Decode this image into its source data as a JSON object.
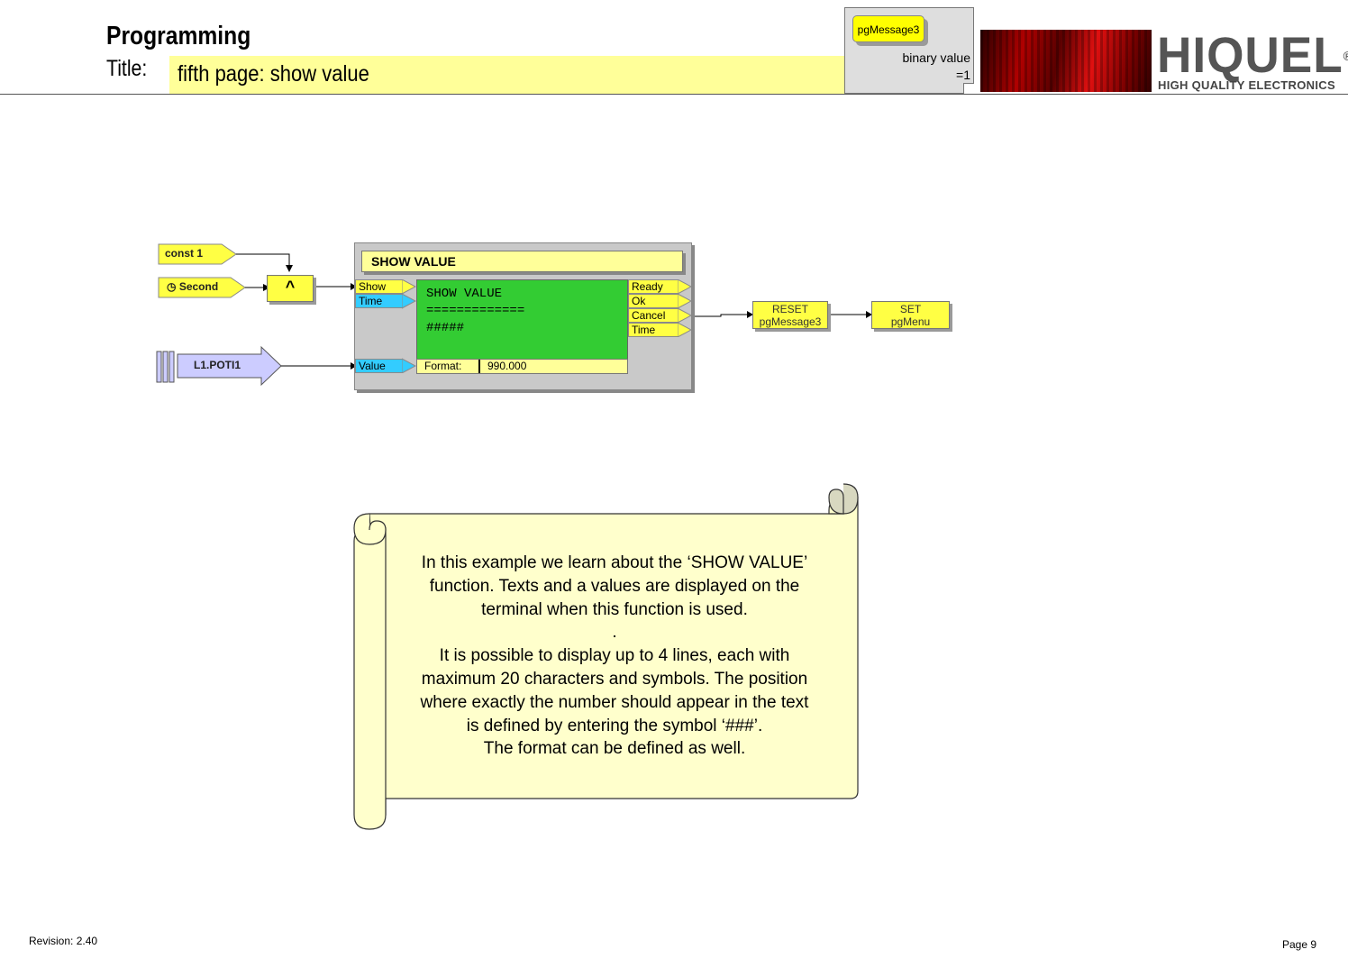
{
  "header": {
    "section": "Programming",
    "title_label": "Title:",
    "title_value": "fifth page: show value",
    "note_chip": "pgMessage3",
    "note_line1": "binary value",
    "note_line2": "=1",
    "logo_text": "HIQUEL",
    "logo_sub": "HIGH QUALITY ELECTRONICS",
    "logo_mark": "®"
  },
  "diagram": {
    "const_label": "const 1",
    "second_label": "Second",
    "and_label": "^",
    "poti_label": "L1.POTI1",
    "block_title": "SHOW VALUE",
    "inputs": [
      "Show",
      "Time",
      "Value"
    ],
    "outputs": [
      "Ready",
      "Ok",
      "Cancel",
      "Time"
    ],
    "display_text": "SHOW VALUE\n=============\n#####",
    "format_label": "Format:",
    "format_value": "990.000",
    "reset_line1": "RESET",
    "reset_line2": "pgMessage3",
    "set_line1": "SET",
    "set_line2": "pgMenu"
  },
  "note": {
    "lines": [
      "In this example we learn about the ‘SHOW VALUE’",
      "function. Texts and a values are displayed on the",
      "terminal when this function is used.",
      ".",
      "It is possible to display up to 4 lines, each with",
      "maximum 20 characters and symbols. The position",
      "where exactly the number should appear in the text",
      "is defined by entering the symbol ‘###’.",
      "The format can be defined as well."
    ]
  },
  "footer": {
    "revision": "Revision: 2.40",
    "page": "Page 9"
  },
  "colors": {
    "title_bar": "#ffff99",
    "io_yellow": "#ffff44",
    "io_blue": "#33ccff",
    "display_green": "#33cc33",
    "poti_fill": "#ccccff",
    "block_gray": "#c9c9c9",
    "scroll_fill": "#ffffcc"
  }
}
